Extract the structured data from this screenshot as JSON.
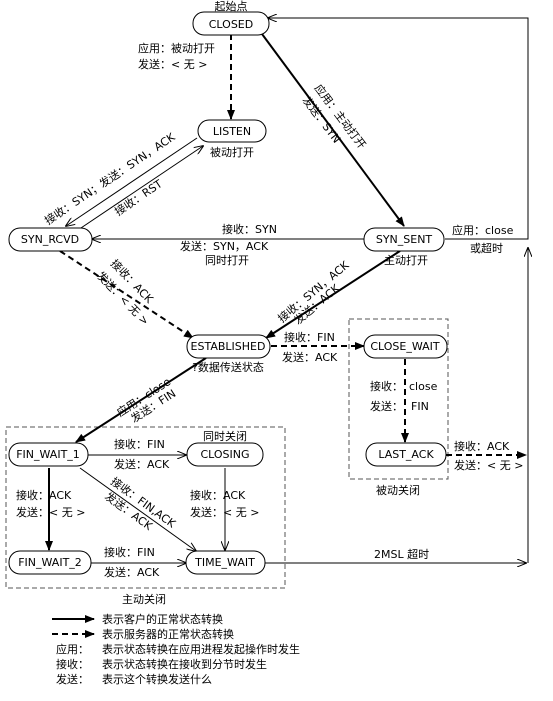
{
  "colors": {
    "line": "#000000",
    "fill": "#ffffff",
    "box": "#555555",
    "background": "#ffffff"
  },
  "start_label": "起始点",
  "states": {
    "closed": "CLOSED",
    "listen": "LISTEN",
    "syn_rcvd": "SYN_RCVD",
    "syn_sent": "SYN_SENT",
    "established": "ESTABLISHED",
    "close_wait": "CLOSE_WAIT",
    "last_ack": "LAST_ACK",
    "fin_wait_1": "FIN_WAIT_1",
    "closing": "CLOSING",
    "fin_wait_2": "FIN_WAIT_2",
    "time_wait": "TIME_WAIT"
  },
  "captions": {
    "listen": "被动打开",
    "syn_sent": "主动打开",
    "established": "?数据传送状态",
    "closing": "同时关闭",
    "passive_close": "被动关闭",
    "active_close": "主动关闭"
  },
  "transitions": {
    "closed_listen_app": "应用：被动打开",
    "closed_listen_send": "发送：< 无 >",
    "closed_synsent_app": "应用：主动打开",
    "closed_synsent_send": "发送：SYN",
    "listen_synrcvd": "接收：SYN；发送：SYN，ACK",
    "synrcvd_listen": "接收：RST",
    "synsent_synrcvd_recv": "接收：SYN",
    "synsent_synrcvd_send": "发送：SYN，ACK",
    "synsent_synrcvd_caption": "同时打开",
    "synsent_closed_app": "应用：close",
    "synsent_closed_timeout": "或超时",
    "synrcvd_est_recv": "接收：ACK",
    "synrcvd_est_send": "发送：< 无 >",
    "synsent_est_recv": "接收：SYN，ACK",
    "synsent_est_send": "发送：ACK",
    "est_closewait_recv": "接收：FIN",
    "est_closewait_send": "发送：ACK",
    "closewait_lastack_recv": "接收：",
    "closewait_lastack_recv_val": "close",
    "closewait_lastack_send": "发送：",
    "closewait_lastack_send_val": "FIN",
    "lastack_closed_recv": "接收：ACK",
    "lastack_closed_send": "发送：< 无 >",
    "est_finwait1_app": "应用：close",
    "est_finwait1_send": "发送：FIN",
    "finwait1_closing_recv": "接收：FIN",
    "finwait1_closing_send": "发送：ACK",
    "finwait1_finwait2_recv": "接收：ACK",
    "finwait1_finwait2_send": "发送：< 无 >",
    "finwait1_timewait_recv": "接收：FIN,ACK",
    "finwait1_timewait_send": "发送：ACK",
    "closing_timewait_recv": "接收：ACK",
    "closing_timewait_send": "发送：< 无 >",
    "finwait2_timewait_recv": "接收：FIN",
    "finwait2_timewait_send": "发送：ACK",
    "timewait_closed": "2MSL 超时"
  },
  "legend": {
    "solid": "表示客户的正常状态转换",
    "dashed": "表示服务器的正常状态转换",
    "app_key": "应用：",
    "app_desc": "表示状态转换在应用进程发起操作时发生",
    "recv_key": "接收：",
    "recv_desc": "表示状态转换在接收到分节时发生",
    "send_key": "发送：",
    "send_desc": "表示这个转换发送什么"
  }
}
